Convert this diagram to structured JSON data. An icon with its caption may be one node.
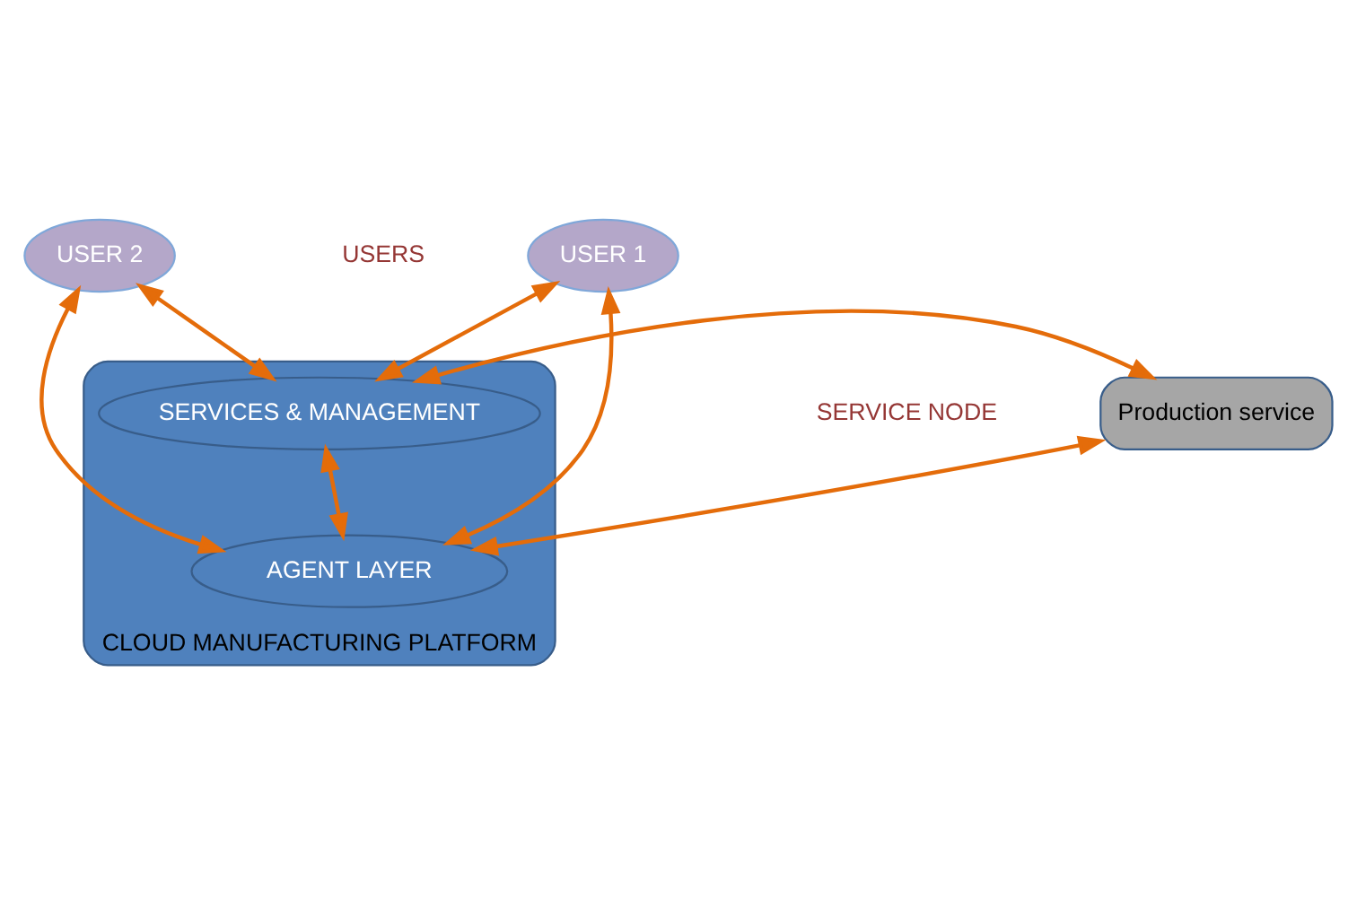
{
  "diagram": {
    "nodes": [
      {
        "text": [
          "USER 1"
        ]
      },
      {
        "text": [
          "USER 2"
        ]
      },
      {
        "text": [
          "CLOUD MANUFACTURING PLATFORM"
        ]
      },
      {
        "text": [
          "AGENT LAYER"
        ],
        "in": 2
      },
      {
        "text": [
          "SERVICES & MANAGEMENT"
        ],
        "in": 2
      },
      {
        "text": [
          "Production service"
        ]
      }
    ],
    "edges": [
      {
        "from": 0,
        "to": 4,
        "arrow": "both"
      },
      {
        "from": 0,
        "to": 3,
        "arrow": "both"
      },
      {
        "from": 1,
        "to": 4,
        "arrow": "both"
      },
      {
        "from": 1,
        "to": 3,
        "arrow": "both"
      },
      {
        "from": 4,
        "to": 3,
        "arrow": "both"
      },
      {
        "from": 4,
        "to": 5,
        "arrow": "both"
      },
      {
        "from": 5,
        "to": 3,
        "arrow": "both"
      }
    ],
    "labels": [
      "USERS",
      "SERVICE NODE"
    ]
  }
}
